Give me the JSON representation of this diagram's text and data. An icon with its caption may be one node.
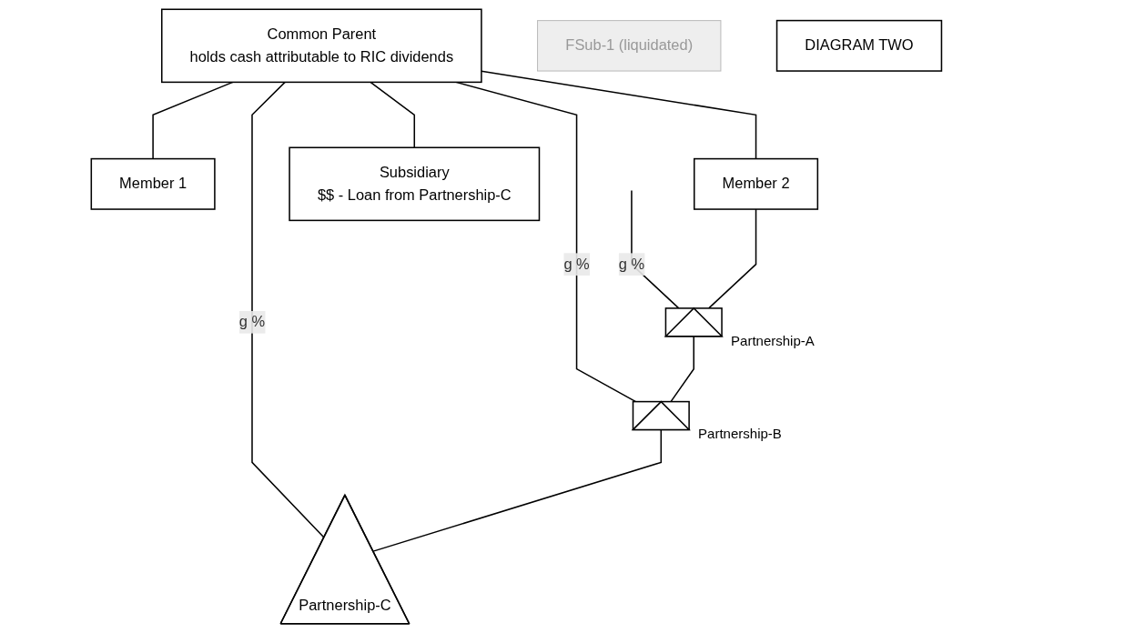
{
  "diagram": {
    "nodes": [
      {
        "text": [
          "Common Parent",
          "holds cash attributable to RIC dividends"
        ]
      },
      {
        "text": [
          "Member 1"
        ]
      },
      {
        "text": [
          "Member 2"
        ]
      },
      {
        "text": [
          "Subsidiary",
          "$$ - Loan from Partnership-C"
        ]
      },
      {
        "text": [],
        "shape": "box",
        "beside": [
          "Partnership-A"
        ]
      },
      {
        "text": [],
        "shape": "box",
        "beside": [
          "Partnership-B"
        ]
      },
      {
        "text": [
          "Partnership-C"
        ]
      },
      {
        "text": [
          "FSub-1 (liquidated)"
        ]
      },
      {
        "text": [
          "DIAGRAM TWO"
        ]
      }
    ],
    "edges": [
      {
        "from": 0,
        "to": 1,
        "arrow": "none"
      },
      {
        "from": 0,
        "to": 2,
        "arrow": "none"
      },
      {
        "from": 0,
        "to": 6,
        "arrow": "none",
        "label": "g %"
      },
      {
        "from": 0,
        "to": 5,
        "arrow": "none",
        "label": "g %"
      },
      {
        "from": null,
        "to": 4,
        "arrow": "none",
        "label": "g %"
      },
      {
        "from": 2,
        "to": 4,
        "arrow": "none"
      },
      {
        "from": 4,
        "to": 5,
        "arrow": "none"
      },
      {
        "from": 5,
        "to": 6,
        "arrow": "none"
      },
      {
        "from": 0,
        "to": 3,
        "arrow": "none"
      }
    ]
  }
}
